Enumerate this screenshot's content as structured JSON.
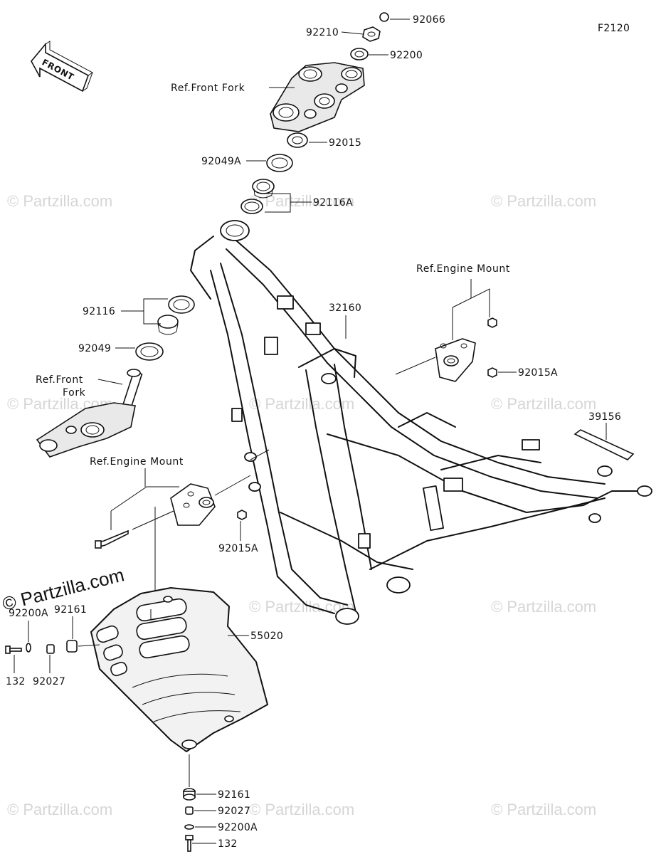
{
  "diagram_code": "F2120",
  "front_arrow_label": "FRONT",
  "watermark_text": "© Partzilla.com",
  "labels": {
    "p92066": "92066",
    "p92210": "92210",
    "p92200": "92200",
    "ref_front_fork_top": "Ref.Front Fork",
    "p92015": "92015",
    "p92049A": "92049A",
    "p92116A": "92116A",
    "ref_engine_mount_right": "Ref.Engine Mount",
    "p32160": "32160",
    "p92116": "92116",
    "p92049": "92049",
    "ref_front_fork_left_1": "Ref.Front",
    "ref_front_fork_left_2": "Fork",
    "p92015A_right": "92015A",
    "p39156": "39156",
    "ref_engine_mount_left": "Ref.Engine Mount",
    "p92015A_left": "92015A",
    "p92200A_left": "92200A",
    "p92161_left": "92161",
    "p55020": "55020",
    "p132_left": "132",
    "p92027_left": "92027",
    "p92161_bottom": "92161",
    "p92027_bottom": "92027",
    "p92200A_bottom": "92200A",
    "p132_bottom": "132"
  }
}
